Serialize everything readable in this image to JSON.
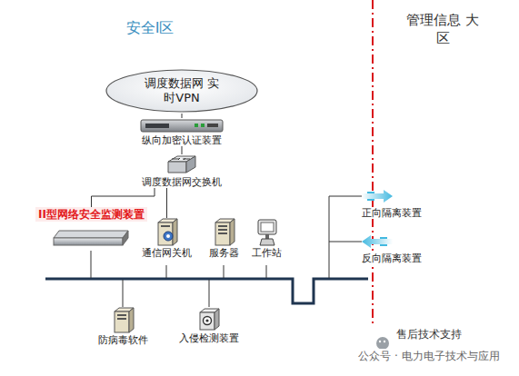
{
  "diagram": {
    "nodes": [
      {
        "text": [
          "调度数据网 实时VPN"
        ]
      },
      {
        "text": [
          "纵向加密认证装置"
        ]
      },
      {
        "text": [
          "调度数据网交换机"
        ]
      },
      {
        "text": [
          "II型网络安全监测装置"
        ]
      },
      {
        "text": [
          "通信网关机"
        ]
      },
      {
        "text": [
          "服务器"
        ]
      },
      {
        "text": [
          "工作站"
        ]
      },
      {
        "text": [
          "正向隔离装置"
        ]
      },
      {
        "text": [
          "反向隔离装置"
        ]
      },
      {
        "text": [
          "防病毒软件"
        ]
      },
      {
        "text": [
          "入侵检测装置"
        ]
      }
    ],
    "edges": [
      {
        "from": 0,
        "to": 1,
        "arrow": "none"
      },
      {
        "from": 1,
        "to": 2,
        "arrow": "none"
      },
      {
        "from": 2,
        "to": 3,
        "arrow": "none"
      },
      {
        "from": 2,
        "to": 4,
        "arrow": "none"
      }
    ],
    "labels": [
      "安全I区",
      "管理信息 大区",
      "售后技术支持",
      "公众号 · 电力电子技术与应用"
    ]
  }
}
